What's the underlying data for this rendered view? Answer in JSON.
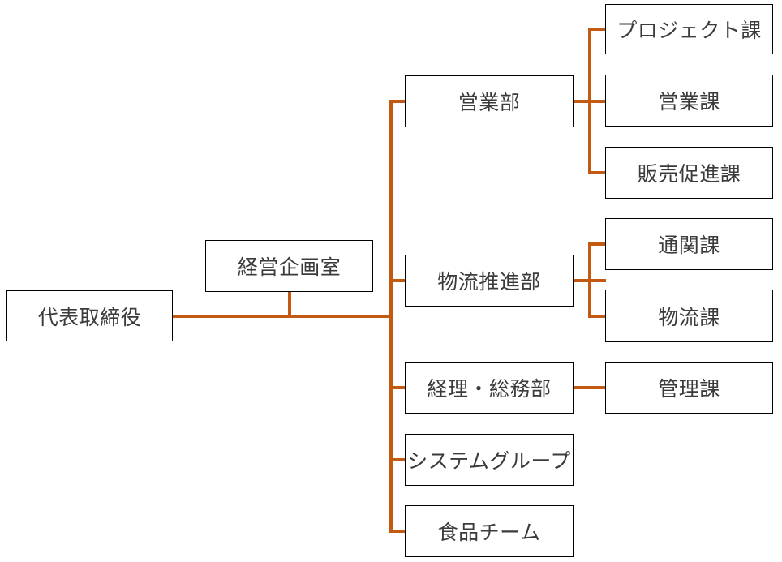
{
  "colors": {
    "connector": "#C45911",
    "box_border": "#000000",
    "text": "#3B3B3B",
    "background": "#FFFFFF"
  },
  "org_chart": {
    "type": "organization-chart",
    "root": {
      "label": "代表取締役"
    },
    "staff_office": {
      "label": "経営企画室"
    },
    "departments": [
      {
        "label": "営業部",
        "children": [
          {
            "label": "プロジェクト課"
          },
          {
            "label": "営業課"
          },
          {
            "label": "販売促進課"
          }
        ]
      },
      {
        "label": "物流推進部",
        "children": [
          {
            "label": "通関課"
          },
          {
            "label": "物流課"
          }
        ]
      },
      {
        "label": "経理・総務部",
        "children": [
          {
            "label": "管理課"
          }
        ]
      },
      {
        "label": "システムグループ",
        "children": []
      },
      {
        "label": "食品チーム",
        "children": []
      }
    ]
  }
}
